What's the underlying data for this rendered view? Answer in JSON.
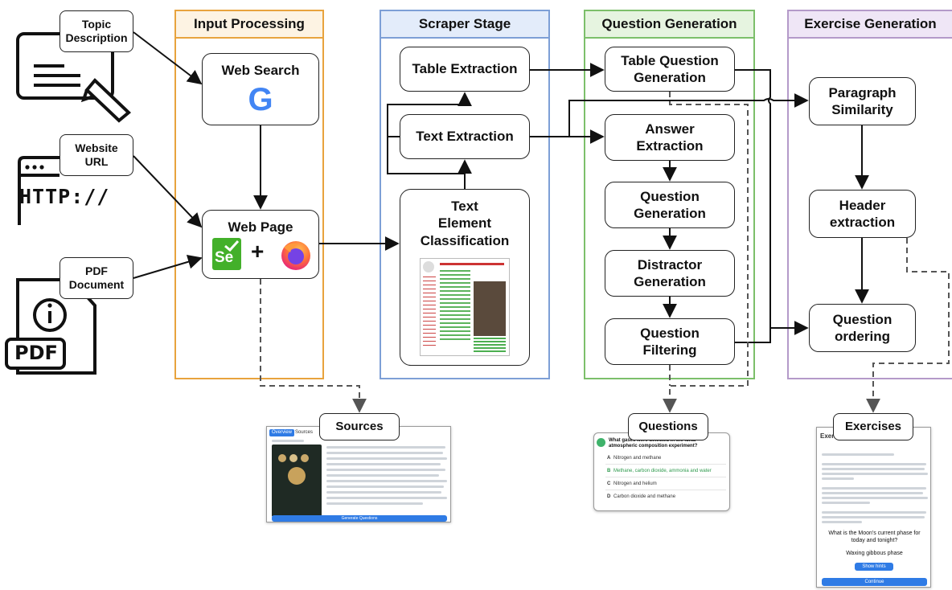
{
  "stages": [
    {
      "title": "Input Processing"
    },
    {
      "title": "Scraper Stage"
    },
    {
      "title": "Question Generation"
    },
    {
      "title": "Exercise Generation"
    }
  ],
  "inputs": {
    "topic": "Topic\nDescription",
    "url": "Website\nURL",
    "pdf": "PDF\nDocument",
    "http_glyph": "HTTP://",
    "pdf_glyph": "PDF"
  },
  "nodes": {
    "web_search": "Web Search",
    "google_glyph": "G",
    "web_page": "Web Page",
    "se_glyph": "Se",
    "plus": "+",
    "table_extraction": "Table Extraction",
    "text_extraction": "Text Extraction",
    "text_classification": "Text\nElement\nClassification",
    "table_question_generation": "Table Question\nGeneration",
    "answer_extraction": "Answer\nExtraction",
    "question_generation": "Question\nGeneration",
    "distractor_generation": "Distractor\nGeneration",
    "question_filtering": "Question\nFiltering",
    "paragraph_similarity": "Paragraph\nSimilarity",
    "header_extraction": "Header\nextraction",
    "question_ordering": "Question\nordering"
  },
  "outputs": {
    "sources": "Sources",
    "questions": "Questions",
    "exercises": "Exercises"
  },
  "sources_shot": {
    "tab_active": "Overview",
    "tab_other": "Sources",
    "button": "Generate Questions"
  },
  "questions_shot": {
    "question": "What gases were detected in the lunar atmospheric composition experiment?",
    "options": [
      {
        "letter": "A",
        "text": "Nitrogen and methane"
      },
      {
        "letter": "B",
        "text": "Methane, carbon dioxide, ammonia and water"
      },
      {
        "letter": "C",
        "text": "Nitrogen and helium"
      },
      {
        "letter": "D",
        "text": "Carbon dioxide and methane"
      }
    ]
  },
  "exercises_shot": {
    "header_fragment": "Exer",
    "prompt": "What is the Moon's current phase for today and tonight?",
    "answer": "Waxing gibbous phase",
    "show_button": "Show hints",
    "continue_button": "Continue"
  },
  "colors": {
    "input": "#e8a33d",
    "input_fill": "#fdf3e3",
    "scraper": "#7d9fd6",
    "scraper_fill": "#e3ecfa",
    "question": "#7cbf6a",
    "question_fill": "#e6f4e0",
    "exercise": "#b49ac9",
    "exercise_fill": "#efe6f6"
  }
}
